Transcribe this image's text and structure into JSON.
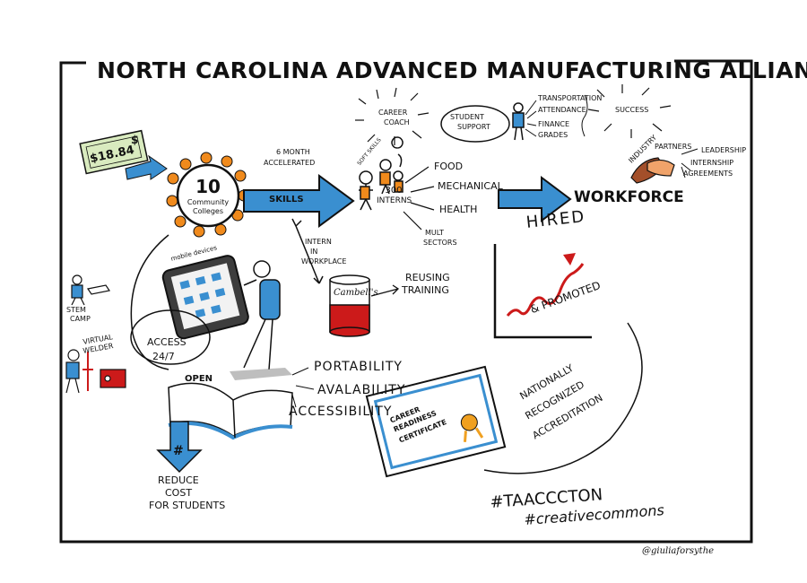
{
  "title": "NORTH CAROLINA ADVANCED MANUFACTURING ALLIANCE",
  "money": "$18.84",
  "money_sign": "$",
  "colleges": {
    "number": "10",
    "label_line1": "Community",
    "label_line2": "Colleges"
  },
  "accelerated": {
    "line1": "6 MONTH",
    "line2": "ACCELERATED"
  },
  "skills_label": "SKILLS",
  "soft_skills": "SOFT SKILLS",
  "interns": {
    "number": "300",
    "label": "INTERNS"
  },
  "sectors": [
    "FOOD",
    "MECHANICAL",
    "HEALTH"
  ],
  "mult_sectors": {
    "line1": "MULT",
    "line2": "SECTORS"
  },
  "career_coach": {
    "line1": "CAREER",
    "line2": "COACH"
  },
  "student_support": {
    "line1": "STUDENT",
    "line2": "SUPPORT"
  },
  "support_items": [
    "TRANSPORTATION",
    "ATTENDANCE",
    "FINANCE",
    "GRADES"
  ],
  "success": "SUCCESS",
  "workforce": "WORKFORCE",
  "industry": "INDUSTRY",
  "partners": "PARTNERS",
  "partner_items": [
    "LEADERSHIP",
    "INTERNSHIP",
    "AGREEMENTS"
  ],
  "intern_workplace": {
    "line1": "INTERN",
    "line2": "IN",
    "line3": "WORKPLACE"
  },
  "can_label": "Cambell's",
  "reusing_training": {
    "line1": "REUSING",
    "line2": "TRAINING"
  },
  "hired": "HIRED",
  "promoted": "& PROMOTED",
  "mobile_devices": "mobile devices",
  "stem_camp": {
    "line1": "STEM",
    "line2": "CAMP"
  },
  "virtual_welder": {
    "line1": "VIRTUAL",
    "line2": "WELDER"
  },
  "access": {
    "line1": "ACCESS",
    "line2": "24/7"
  },
  "open": "OPEN",
  "open_features": [
    "PORTABILITY",
    "AVALABILITY",
    "ACCESSIBILITY"
  ],
  "certificate": {
    "line1": "CAREER",
    "line2": "READINESS",
    "line3": "CERTIFICATE"
  },
  "accreditation": {
    "line1": "NATIONALLY",
    "line2": "RECOGNIZED",
    "line3": "ACCREDITATION"
  },
  "reduce_cost": {
    "hash": "#",
    "line1": "REDUCE",
    "line2": "COST",
    "line3": "FOR STUDENTS"
  },
  "hashtag1": "#TAACCCTON",
  "hashtag2": "#creativecommons",
  "signature": "@giuliaforsythe",
  "colors": {
    "blue": "#3a8fd0",
    "orange": "#f08a1c",
    "red": "#cc1a1a",
    "ink": "#111111",
    "green": "#d9ebbf"
  }
}
